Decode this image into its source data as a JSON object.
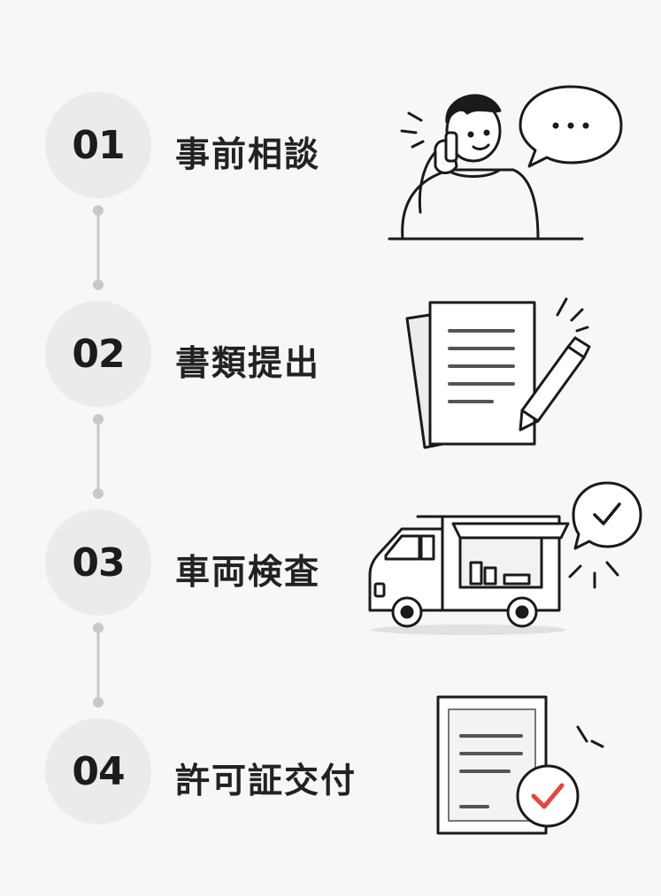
{
  "steps": [
    {
      "number": "01",
      "title": "事前相談",
      "icon": "phone-consultation-illustration"
    },
    {
      "number": "02",
      "title": "書類提出",
      "icon": "document-pen-illustration"
    },
    {
      "number": "03",
      "title": "車両検査",
      "icon": "food-truck-inspection-illustration"
    },
    {
      "number": "04",
      "title": "許可証交付",
      "icon": "certificate-approved-illustration"
    }
  ],
  "colors": {
    "circle": "#ebebec",
    "connector": "#c7c8cc",
    "text": "#222222",
    "accent_check": "#e8453c"
  }
}
